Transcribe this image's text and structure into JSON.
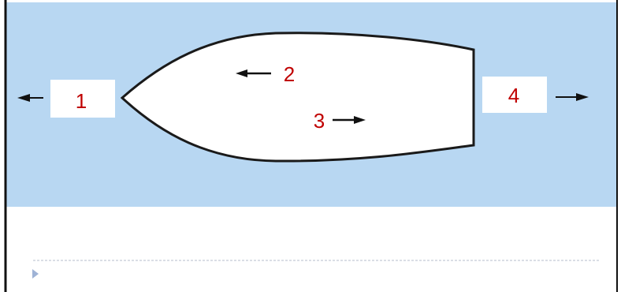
{
  "diagram": {
    "labels": {
      "one": "1",
      "two": "2",
      "three": "3",
      "four": "4"
    },
    "colors": {
      "water": "#b8d7f2",
      "hull_fill": "#ffffff",
      "hull_stroke": "#1a1a1a",
      "label_text": "#c00000",
      "arrow": "#111111",
      "label_box": "#ffffff",
      "divider": "#b4bccb",
      "bullet": "#9fb3d6",
      "border": "#111111"
    },
    "icons": {
      "bullet": "triangle-bullet-icon"
    }
  }
}
